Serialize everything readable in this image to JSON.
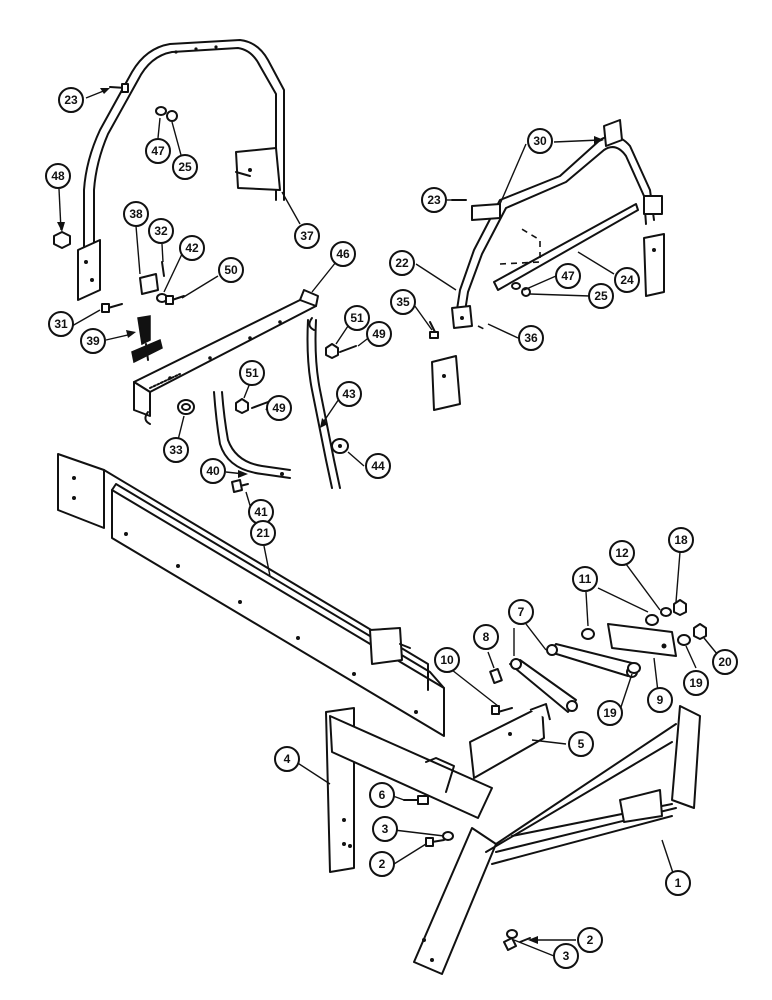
{
  "callouts": [
    {
      "id": "23a",
      "label": "23"
    },
    {
      "id": "47a",
      "label": "47"
    },
    {
      "id": "25a",
      "label": "25"
    },
    {
      "id": "48",
      "label": "48"
    },
    {
      "id": "37",
      "label": "37"
    },
    {
      "id": "38",
      "label": "38"
    },
    {
      "id": "32",
      "label": "32"
    },
    {
      "id": "42",
      "label": "42"
    },
    {
      "id": "50",
      "label": "50"
    },
    {
      "id": "31",
      "label": "31"
    },
    {
      "id": "39",
      "label": "39"
    },
    {
      "id": "46",
      "label": "46"
    },
    {
      "id": "51a",
      "label": "51"
    },
    {
      "id": "49a",
      "label": "49"
    },
    {
      "id": "51b",
      "label": "51"
    },
    {
      "id": "49b",
      "label": "49"
    },
    {
      "id": "33",
      "label": "33"
    },
    {
      "id": "43",
      "label": "43"
    },
    {
      "id": "40",
      "label": "40"
    },
    {
      "id": "41",
      "label": "41"
    },
    {
      "id": "44",
      "label": "44"
    },
    {
      "id": "30",
      "label": "30"
    },
    {
      "id": "23b",
      "label": "23"
    },
    {
      "id": "22",
      "label": "22"
    },
    {
      "id": "24",
      "label": "24"
    },
    {
      "id": "47b",
      "label": "47"
    },
    {
      "id": "25b",
      "label": "25"
    },
    {
      "id": "35",
      "label": "35"
    },
    {
      "id": "36",
      "label": "36"
    },
    {
      "id": "21",
      "label": "21"
    },
    {
      "id": "18",
      "label": "18"
    },
    {
      "id": "12",
      "label": "12"
    },
    {
      "id": "11",
      "label": "11"
    },
    {
      "id": "7",
      "label": "7"
    },
    {
      "id": "8",
      "label": "8"
    },
    {
      "id": "10",
      "label": "10"
    },
    {
      "id": "20",
      "label": "20"
    },
    {
      "id": "19a",
      "label": "19"
    },
    {
      "id": "9",
      "label": "9"
    },
    {
      "id": "19b",
      "label": "19"
    },
    {
      "id": "5",
      "label": "5"
    },
    {
      "id": "4",
      "label": "4"
    },
    {
      "id": "6",
      "label": "6"
    },
    {
      "id": "3a",
      "label": "3"
    },
    {
      "id": "2a",
      "label": "2"
    },
    {
      "id": "1",
      "label": "1"
    },
    {
      "id": "2b",
      "label": "2"
    },
    {
      "id": "3b",
      "label": "3"
    }
  ]
}
